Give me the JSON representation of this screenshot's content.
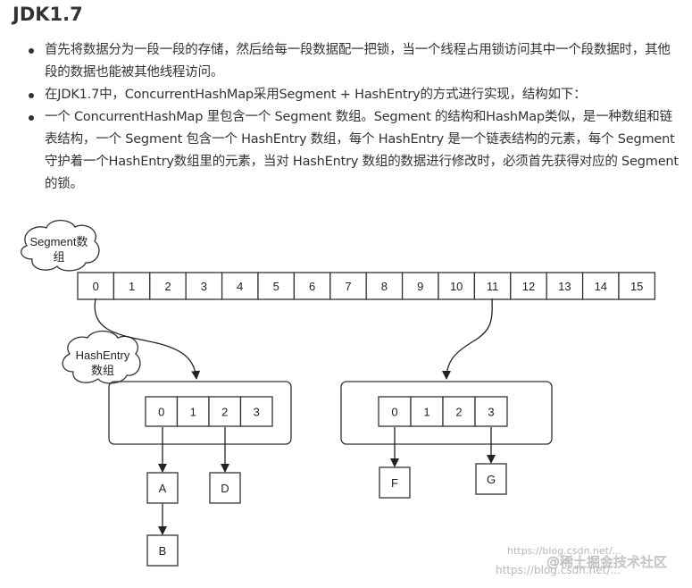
{
  "heading": "JDK1.7",
  "bullets": [
    "首先将数据分为一段一段的存储，然后给每一段数据配一把锁，当一个线程占用锁访问其中一个段数据时，其他段的数据也能被其他线程访问。",
    "在JDK1.7中，ConcurrentHashMap采用Segment + HashEntry的方式进行实现，结构如下：",
    "一个 ConcurrentHashMap 里包含一个 Segment 数组。Segment 的结构和HashMap类似，是一种数组和链表结构，一个 Segment 包含一个 HashEntry 数组，每个 HashEntry 是一个链表结构的元素，每个 Segment 守护着一个HashEntry数组里的元素，当对 HashEntry 数组的数据进行修改时，必须首先获得对应的 Segment的锁。"
  ],
  "diagram": {
    "segment_cloud": [
      "Segment数",
      "组"
    ],
    "hashentry_cloud": [
      "HashEntry",
      "数组"
    ],
    "segment_cells": [
      "0",
      "1",
      "2",
      "3",
      "4",
      "5",
      "6",
      "7",
      "8",
      "9",
      "10",
      "11",
      "12",
      "13",
      "14",
      "15"
    ],
    "left_entry_cells": [
      "0",
      "1",
      "2",
      "3"
    ],
    "right_entry_cells": [
      "0",
      "1",
      "2",
      "3"
    ],
    "nodes": {
      "a": "A",
      "b": "B",
      "d": "D",
      "f": "F",
      "g": "G"
    }
  },
  "watermarks": {
    "blog_top": "https://blog.csdn.net/...",
    "blog_bottom": "https://blog.csdn.net/...",
    "juejin": "@稀土掘金技术社区"
  }
}
